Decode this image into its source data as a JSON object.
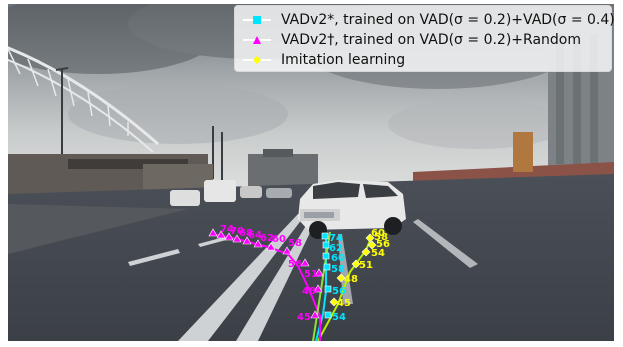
{
  "legend": {
    "items": [
      {
        "label": "VADv2*, trained on VAD(σ = 0.2)+VAD(σ = 0.4)",
        "color": "#00e5ff",
        "marker": "square"
      },
      {
        "label": "VADv2†, trained on VAD(σ = 0.2)+Random",
        "color": "#ff00ff",
        "marker": "triangle"
      },
      {
        "label": "Imitation learning",
        "color": "#ffff00",
        "marker": "diamond"
      }
    ]
  },
  "trajectories": {
    "cyan_labels": [
      "74",
      "62",
      "60",
      "58",
      "56",
      "54"
    ],
    "magenta_labels": [
      "74",
      "70",
      "68",
      "64",
      "62",
      "60",
      "58",
      "56",
      "51",
      "48",
      "45"
    ],
    "yellow_labels": [
      "60",
      "58",
      "56",
      "54",
      "51",
      "48",
      "45"
    ]
  }
}
